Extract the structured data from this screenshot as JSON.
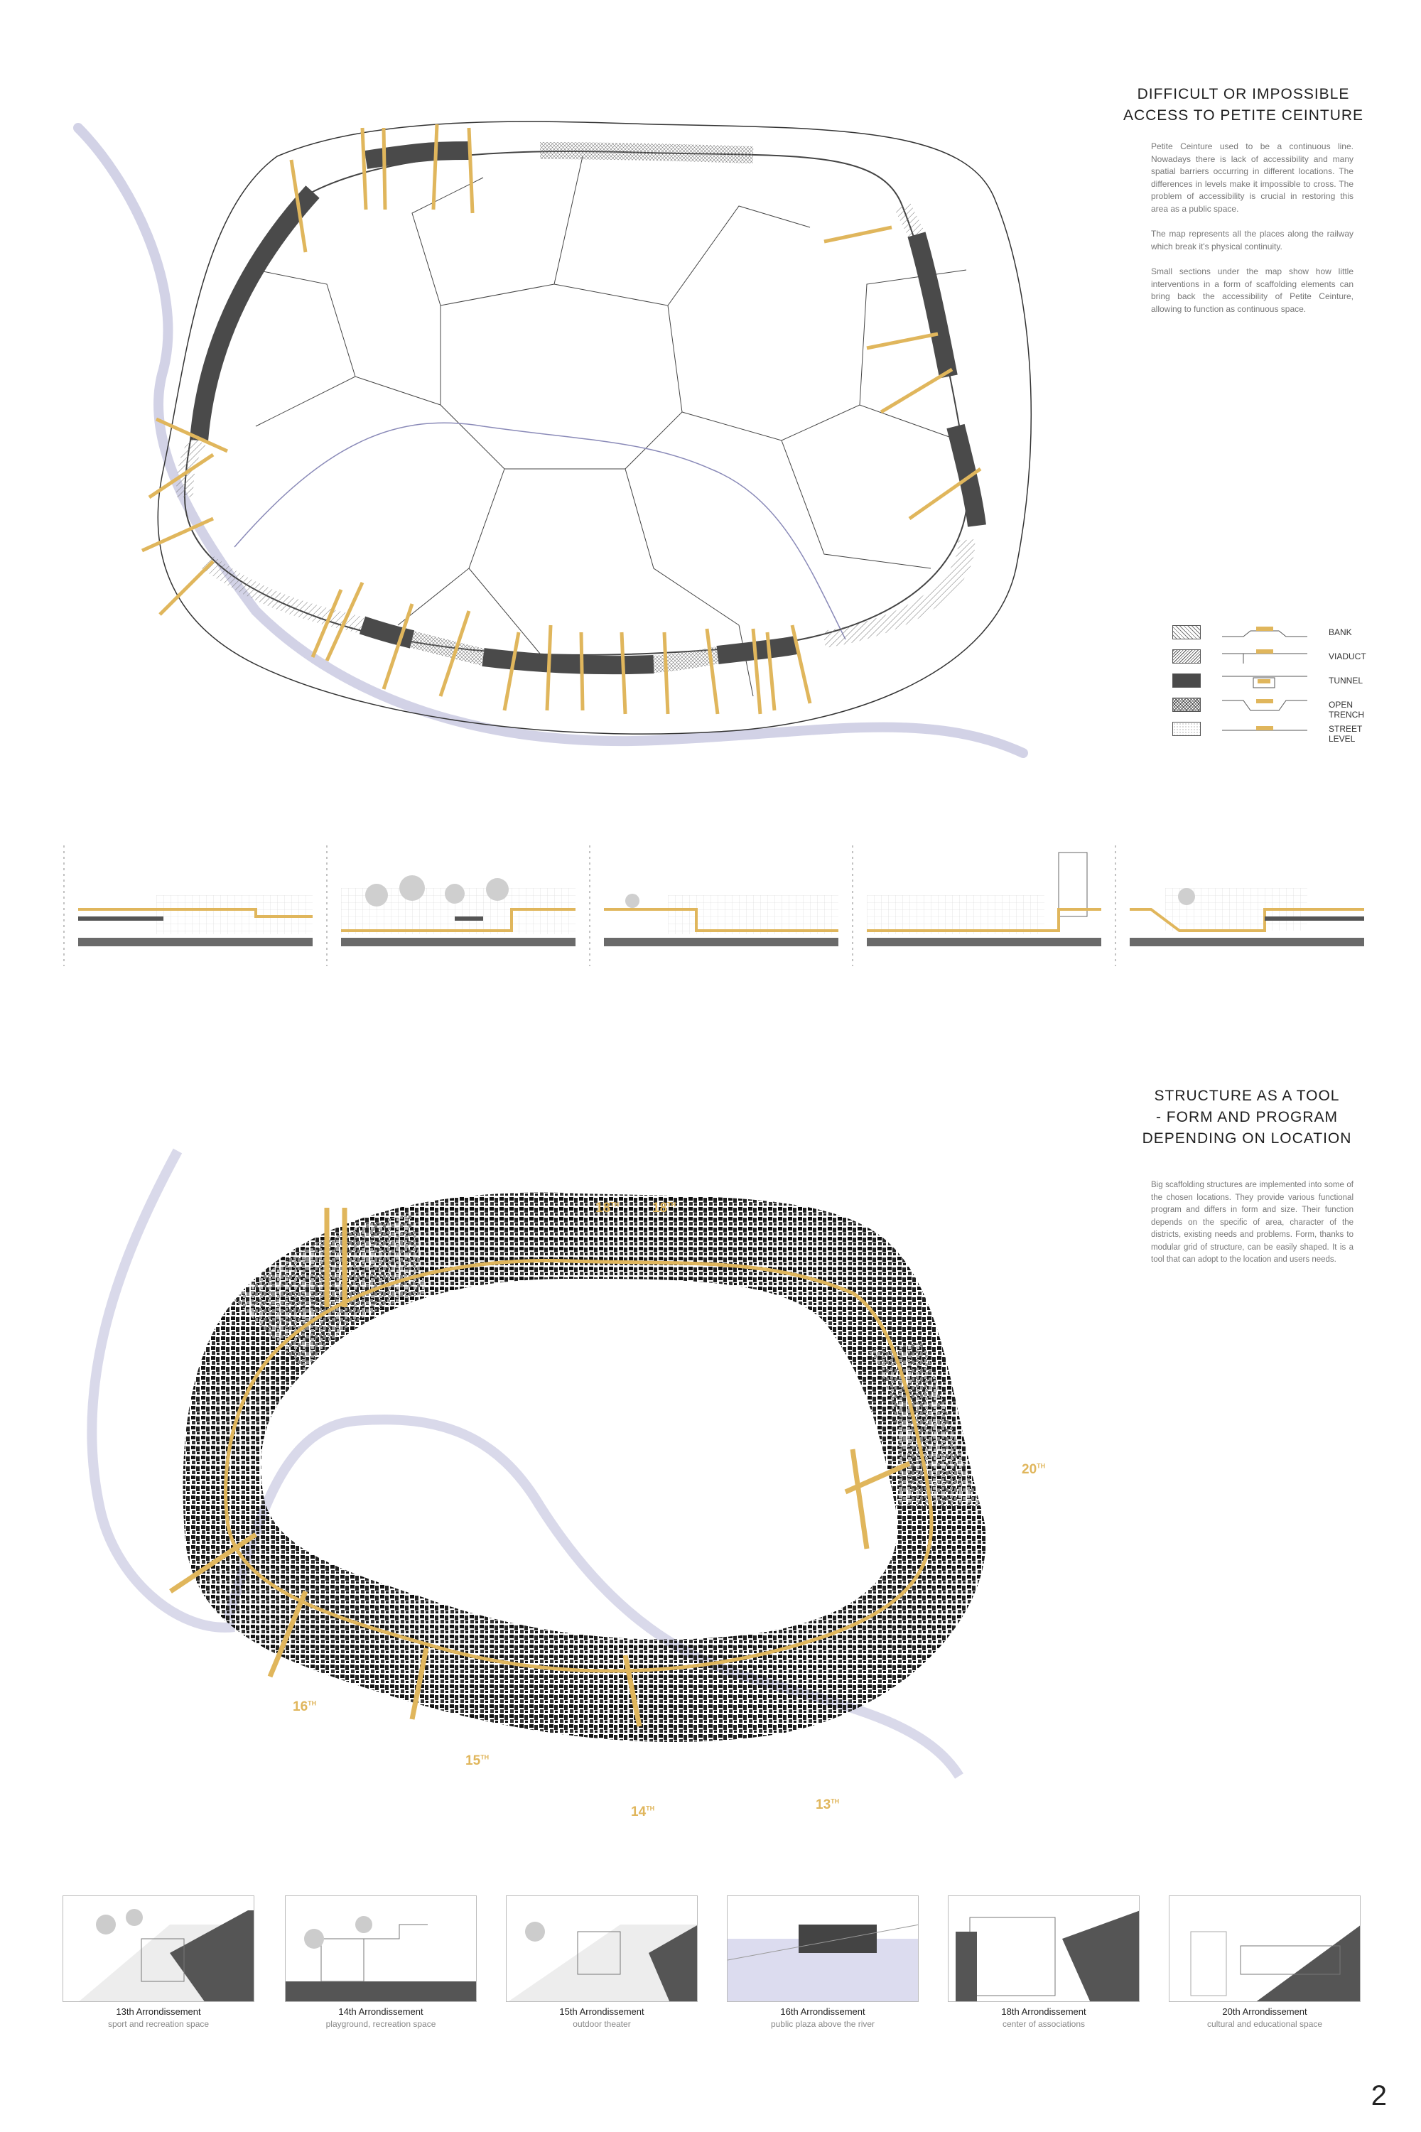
{
  "access": {
    "heading_line1": "DIFFICULT    OR    IMPOSSIBLE",
    "heading_line2": "ACCESS TO PETITE CEINTURE",
    "para1": "Petite Ceinture used to be a continuous line. Nowadays there is lack of accessibility and many spatial barriers occurring in different locations. The differences in levels make it impossible to cross. The problem of accessibility is crucial in restoring this area as a public space.",
    "para2": "The map represents all the places along the railway which break it's physical continuity.",
    "para3": "Small sections under the map show how little interventions in a form of scaffolding elements can bring back the accessibility of Petite Ceinture, allowing to function as continuous space."
  },
  "legend": [
    {
      "label": "BANK"
    },
    {
      "label": "VIADUCT"
    },
    {
      "label": "TUNNEL"
    },
    {
      "label": "OPEN TRENCH"
    },
    {
      "label": "STREET LEVEL"
    }
  ],
  "structure": {
    "heading_line1": "STRUCTURE AS A TOOL",
    "heading_line2": "- FORM AND PROGRAM",
    "heading_line3": "DEPENDING ON LOCATION",
    "para": "Big scaffolding structures are implemented into some of the chosen locations. They provide various functional program and differs in form and size. Their function depends on the specific of area, character of the districts, existing needs and problems. Form, thanks to modular grid of structure, can be easily shaped. It is a tool that can adopt to the location and users needs."
  },
  "arrondissement_labels": [
    {
      "num": "18",
      "sup": "TH"
    },
    {
      "num": "18",
      "sup": "TH"
    },
    {
      "num": "20",
      "sup": "TH"
    },
    {
      "num": "16",
      "sup": "TH"
    },
    {
      "num": "15",
      "sup": "TH"
    },
    {
      "num": "14",
      "sup": "TH"
    },
    {
      "num": "13",
      "sup": "TH"
    }
  ],
  "cards": [
    {
      "title": "13th Arrondissement",
      "subtitle": "sport and recreation space"
    },
    {
      "title": "14th Arrondissement",
      "subtitle": "playground, recreation space"
    },
    {
      "title": "15th Arrondissement",
      "subtitle": "outdoor theater"
    },
    {
      "title": "16th Arrondissement",
      "subtitle": "public plaza above the river"
    },
    {
      "title": "18th Arrondissement",
      "subtitle": "center of associations"
    },
    {
      "title": "20th Arrondissement",
      "subtitle": "cultural and educational space"
    }
  ],
  "page_number": "2",
  "colors": {
    "accent": "#e0b65c",
    "tunnel": "#4a4a4a",
    "river": "#c9c9e0"
  }
}
